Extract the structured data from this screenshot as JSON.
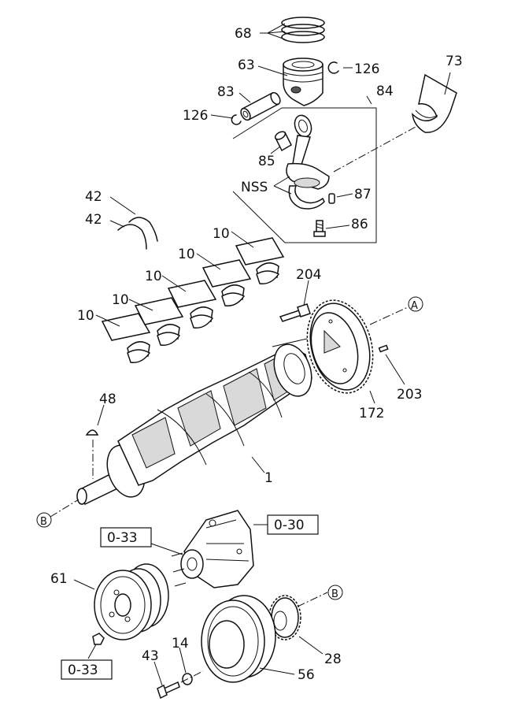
{
  "diagram": {
    "callouts": {
      "p68": "68",
      "p63": "63",
      "p126a": "126",
      "p73": "73",
      "p83": "83",
      "p84": "84",
      "p126b": "126",
      "p85": "85",
      "nss": "NSS",
      "p87": "87",
      "p86": "86",
      "p42a": "42",
      "p42b": "42",
      "p10a": "10",
      "p10b": "10",
      "p10c": "10",
      "p10d": "10",
      "p10e": "10",
      "p204": "204",
      "p203": "203",
      "p172": "172",
      "p48": "48",
      "p1": "1",
      "p61": "61",
      "p14": "14",
      "p43": "43",
      "p28": "28",
      "p56": "56"
    },
    "references": {
      "ref_0_33_top": "0-33",
      "ref_0_30": "0-30",
      "ref_0_33_bottom": "0-33"
    },
    "markers": {
      "a_top": "A",
      "b_left": "B",
      "b_gear": "B"
    }
  }
}
